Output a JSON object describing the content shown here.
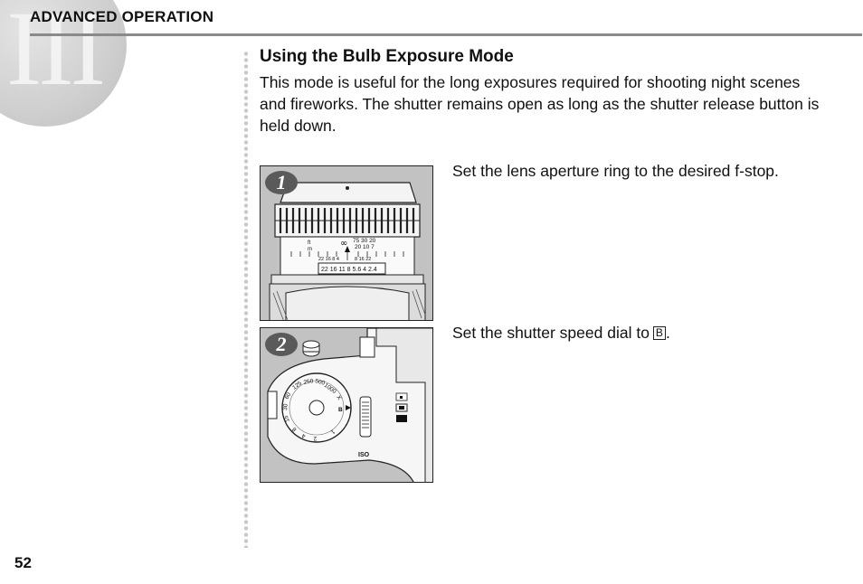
{
  "header": {
    "section": "ADVANCED OPERATION",
    "chapter_numeral": "III"
  },
  "main": {
    "title": "Using the Bulb Exposure Mode",
    "intro": "This mode is useful for the long exposures required for shooting night scenes and fireworks. The shutter remains open as long as the shutter release button is held down."
  },
  "steps": [
    {
      "number": "1",
      "text": "Set the lens aperture ring to the desired f-stop.",
      "illustration": {
        "distance_scale_top": "75  30  20",
        "distance_scale_bottom": "20 10  7",
        "infinity": "∞",
        "ft_label": "ft",
        "m_label": "m",
        "dof_scale": "22 16  8 4",
        "dof_scale_right": "8  16 22",
        "aperture_scale": "22 16  11  8 5.6 4 2.4"
      }
    },
    {
      "number": "2",
      "text_before": "Set the shutter speed dial to",
      "symbol": "B",
      "text_after": ".",
      "illustration": {
        "iso_label": "ISO",
        "dial_marks": [
          "1000",
          "500",
          "250",
          "125",
          "60",
          "30",
          "15",
          "8",
          "4",
          "2",
          "1",
          "B",
          "X"
        ]
      }
    }
  ],
  "footer": {
    "page_number": "52"
  }
}
